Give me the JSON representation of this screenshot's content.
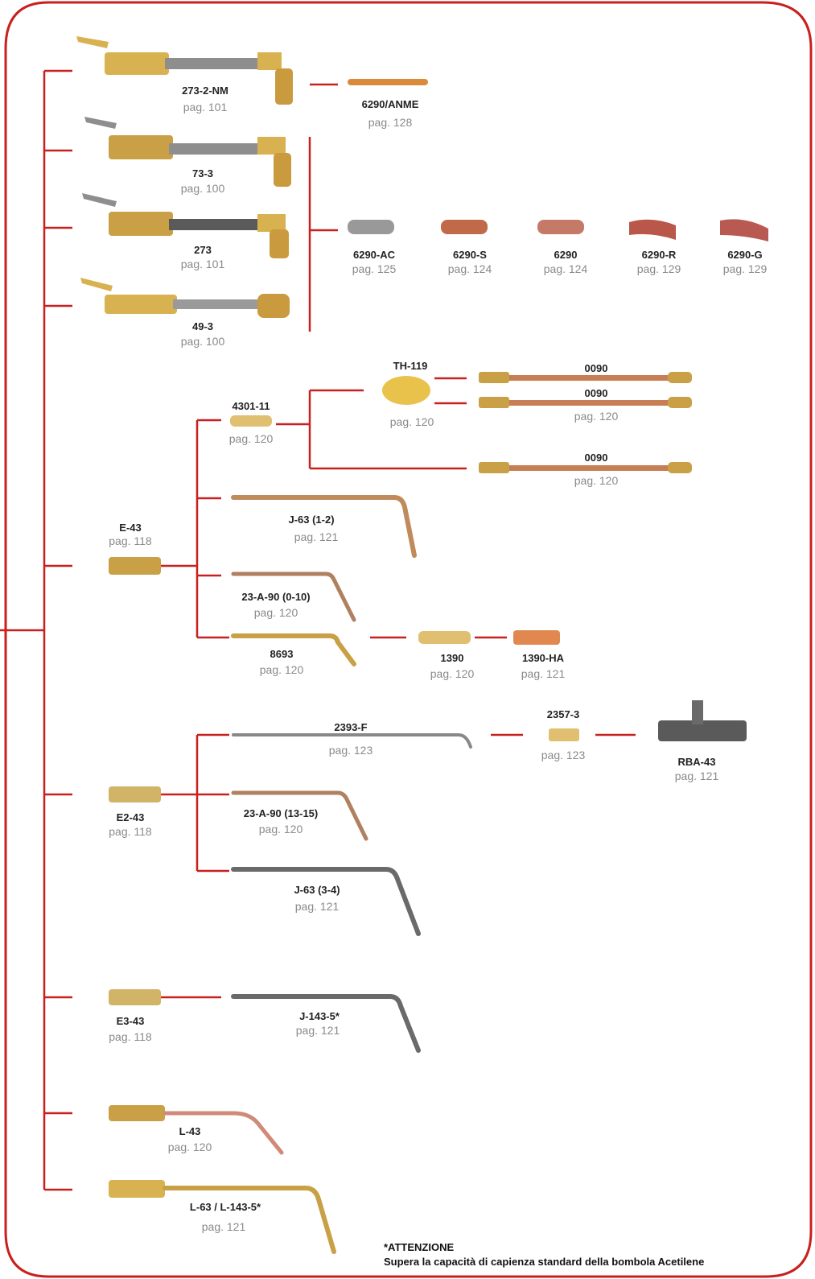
{
  "colors": {
    "frame": "#c8201e",
    "brass": "#d8b150",
    "copper": "#c06a4a",
    "steel": "#8e8e8e",
    "dark": "#5a5a5a"
  },
  "items": [
    {
      "code": "273-2-NM",
      "page": "pag. 101",
      "icon": "cutting-torch-icon"
    },
    {
      "code": "6290/ANME",
      "page": "pag. 128",
      "icon": "cutting-nozzle-icon"
    },
    {
      "code": "73-3",
      "page": "pag. 100",
      "icon": "cutting-torch-icon"
    },
    {
      "code": "273",
      "page": "pag. 101",
      "icon": "cutting-torch-icon"
    },
    {
      "code": "49-3",
      "page": "pag. 100",
      "icon": "cutting-torch-icon"
    },
    {
      "code": "6290-AC",
      "page": "pag. 125",
      "icon": "cutting-nozzle-icon"
    },
    {
      "code": "6290-S",
      "page": "pag. 124",
      "icon": "cutting-nozzle-icon"
    },
    {
      "code": "6290",
      "page": "pag. 124",
      "icon": "cutting-nozzle-icon"
    },
    {
      "code": "6290-R",
      "page": "pag. 129",
      "icon": "cutting-nozzle-icon"
    },
    {
      "code": "6290-G",
      "page": "pag. 129",
      "icon": "cutting-nozzle-icon"
    },
    {
      "code": "TH-119",
      "page": "pag. 120",
      "icon": "mixer-icon"
    },
    {
      "code": "0090",
      "page": "",
      "icon": "tube-icon"
    },
    {
      "code": "0090",
      "page": "pag. 120",
      "icon": "tube-icon"
    },
    {
      "code": "0090",
      "page": "pag. 120",
      "icon": "tube-icon"
    },
    {
      "code": "4301-11",
      "page": "pag. 120",
      "icon": "adapter-icon"
    },
    {
      "code": "E-43",
      "page": "pag. 118",
      "icon": "handle-icon"
    },
    {
      "code": "J-63 (1-2)",
      "page": "pag. 121",
      "icon": "bent-tip-icon"
    },
    {
      "code": "23-A-90 (0-10)",
      "page": "pag. 120",
      "icon": "bent-tip-icon"
    },
    {
      "code": "8693",
      "page": "pag. 120",
      "icon": "bent-tip-icon"
    },
    {
      "code": "1390",
      "page": "pag. 120",
      "icon": "adapter-icon"
    },
    {
      "code": "1390-HA",
      "page": "pag. 121",
      "icon": "adapter-icon"
    },
    {
      "code": "2393-F",
      "page": "pag. 123",
      "icon": "bent-tip-icon"
    },
    {
      "code": "2357-3",
      "page": "pag. 123",
      "icon": "adapter-icon"
    },
    {
      "code": "RBA-43",
      "page": "pag. 121",
      "icon": "rosebud-icon"
    },
    {
      "code": "E2-43",
      "page": "pag. 118",
      "icon": "handle-icon"
    },
    {
      "code": "23-A-90 (13-15)",
      "page": "pag. 120",
      "icon": "bent-tip-icon"
    },
    {
      "code": "J-63 (3-4)",
      "page": "pag. 121",
      "icon": "bent-tip-icon"
    },
    {
      "code": "E3-43",
      "page": "pag. 118",
      "icon": "handle-icon"
    },
    {
      "code": "J-143-5*",
      "page": "pag. 121",
      "icon": "bent-tip-icon"
    },
    {
      "code": "L-43",
      "page": "pag. 120",
      "icon": "bent-tip-icon"
    },
    {
      "code": "L-63 / L-143-5*",
      "page": "pag. 121",
      "icon": "bent-tip-icon"
    }
  ],
  "note": {
    "title": "*ATTENZIONE",
    "text": "Supera la capacità di capienza standard della bombola Acetilene"
  }
}
